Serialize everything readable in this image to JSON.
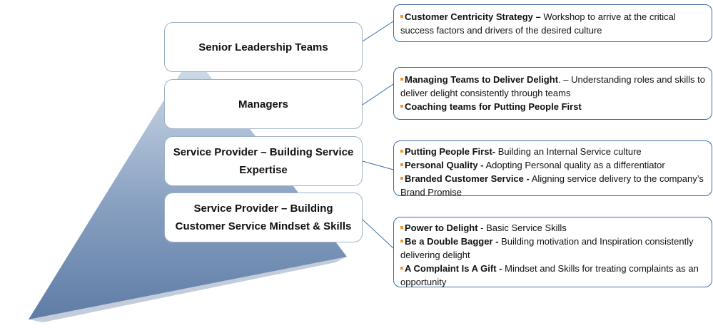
{
  "colors": {
    "pyramid_light": "#d5e0ec",
    "pyramid_mid": "#8aa2c2",
    "pyramid_dark": "#5f7ca6",
    "connector": "#3f6b9f",
    "bullet": "#f0962a",
    "tier_border": "#9fb3c8",
    "desc_border": "#3f6b9f"
  },
  "icons": {
    "bullet": "orange-square-bullet"
  },
  "tiers": [
    {
      "label": "Senior Leadership Teams"
    },
    {
      "label": "Managers"
    },
    {
      "label": "Service Provider – Building Service Expertise"
    },
    {
      "label": "Service Provider – Building Customer Service Mindset & Skills"
    }
  ],
  "descriptions": [
    {
      "items": [
        {
          "title": "Customer Centricity Strategy –",
          "text": " Workshop to arrive at the critical success factors and drivers of the desired culture"
        }
      ]
    },
    {
      "items": [
        {
          "title": "Managing Teams to Deliver Delight",
          "text": ". – Understanding roles and skills to deliver delight consistently through teams"
        },
        {
          "title": "Coaching  teams for Putting People First",
          "text": ""
        }
      ]
    },
    {
      "items": [
        {
          "title": "Putting People First-",
          "text": " Building an Internal Service culture"
        },
        {
          "title": "Personal Quality -",
          "text": " Adopting Personal quality as a differentiator"
        },
        {
          "title": "Branded Customer Service -",
          "text": " Aligning service delivery to the company’s Brand Promise"
        }
      ]
    },
    {
      "items": [
        {
          "title": "Power to Delight",
          "text": " - Basic Service Skills"
        },
        {
          "title": "Be a Double Bagger -",
          "text": " Building motivation and Inspiration consistently delivering delight"
        },
        {
          "title": "A Complaint Is A Gift -",
          "text": " Mindset and Skills for treating complaints as an opportunity"
        }
      ]
    }
  ]
}
